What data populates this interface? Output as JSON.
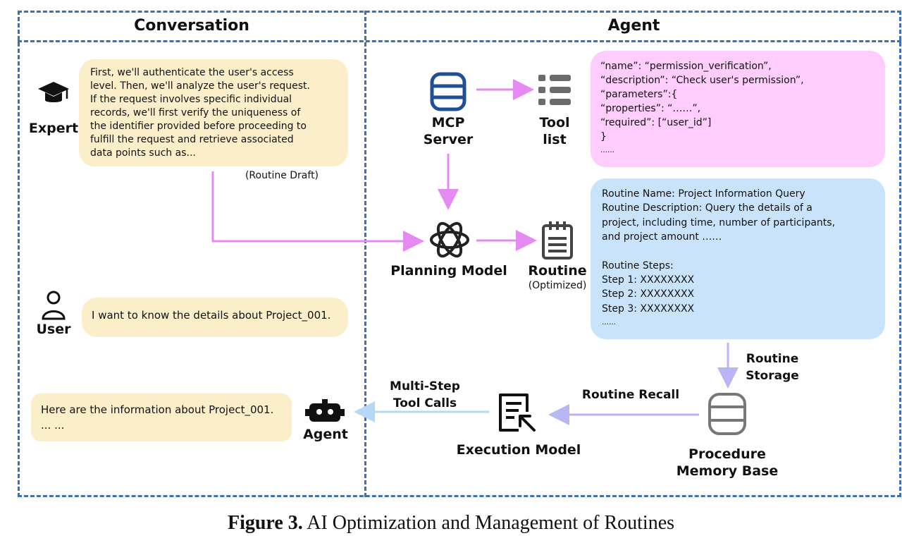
{
  "panels": {
    "conversation_title": "Conversation",
    "agent_title": "Agent"
  },
  "expert": {
    "label": "Expert",
    "message_lines": [
      "First, we'll authenticate the user's access",
      "level. Then, we'll analyze the user's request.",
      "If the request involves specific individual",
      "records, we'll first verify the uniqueness of",
      "the identifier provided before proceeding to",
      "fulfill the request and retrieve associated",
      "data points such as..."
    ],
    "draft_note": "(Routine Draft)"
  },
  "user": {
    "label": "User",
    "message": "I want to know the details about Project_001."
  },
  "agent_reply": {
    "label": "Agent",
    "message_lines": [
      "Here are the information about Project_001.",
      "... ..."
    ]
  },
  "mcp_server": {
    "line1": "MCP",
    "line2": "Server"
  },
  "tool_list": {
    "line1": "Tool",
    "line2": "list"
  },
  "tool_schema": {
    "lines": [
      "“name”: “permission_verification”,",
      "“description”: “Check user's permission”,",
      "“parameters”:{",
      "“properties”: “……”,",
      "“required”: [“user_id”]",
      "}",
      "……"
    ]
  },
  "planning_model": {
    "label": "Planning Model"
  },
  "routine": {
    "label": "Routine",
    "note": "(Optimized)"
  },
  "routine_card": {
    "lines": [
      "Routine Name: Project Information Query",
      "Routine Description: Query the details of a",
      "project, including time, number of participants,",
      "and project amount ……",
      "",
      "Routine Steps:",
      "Step 1: XXXXXXXX",
      "Step 2: XXXXXXXX",
      "Step 3: XXXXXXXX",
      "……"
    ]
  },
  "routine_storage": {
    "line1": "Routine",
    "line2": "Storage"
  },
  "routine_recall": {
    "label": "Routine Recall"
  },
  "memory_base": {
    "line1": "Procedure",
    "line2": "Memory Base"
  },
  "execution_model": {
    "label": "Execution Model"
  },
  "tool_calls": {
    "line1": "Multi-Step",
    "line2": "Tool Calls"
  },
  "caption": {
    "prefix": "Figure 3.",
    "text": "AI Optimization and Management of Routines"
  },
  "colors": {
    "frame": "#3f6fb5",
    "pink_arrow": "#e58af0",
    "lilac_arrow": "#b9b6f5",
    "lightblue_arrow": "#b5d8f7",
    "tan_box": "#fbefc9",
    "pink_box": "#fecdfb",
    "blue_box": "#c9e3fb",
    "icon_blue": "#1f4f96",
    "icon_grey": "#6b6b6b"
  }
}
